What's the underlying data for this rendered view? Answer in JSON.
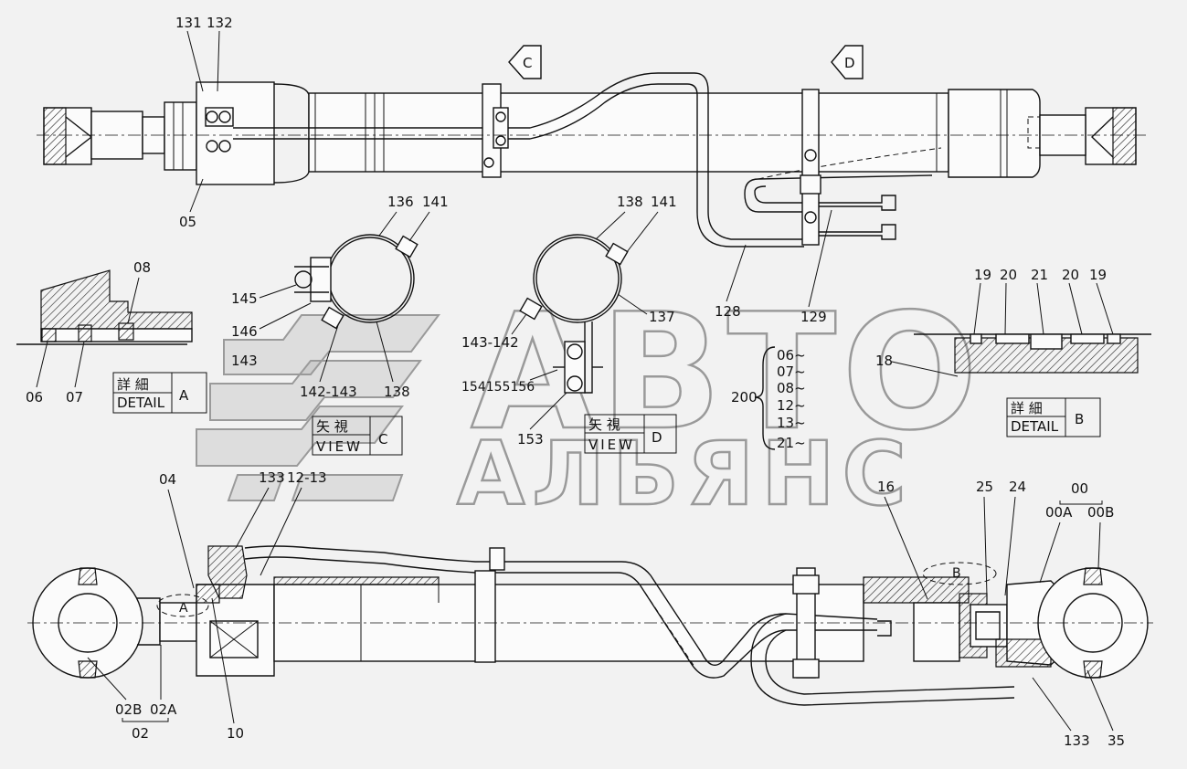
{
  "watermark": {
    "line1": "АВТО",
    "line2": "АЛЬЯНС"
  },
  "views": {
    "c_marker": "C",
    "d_marker": "D",
    "detail_a": {
      "kanji": "詳 細",
      "label": "DETAIL",
      "letter": "A"
    },
    "detail_b": {
      "kanji": "詳 細",
      "label": "DETAIL",
      "letter": "B"
    },
    "view_c": {
      "kanji": "矢 視",
      "label": "VIEW",
      "letter": "C"
    },
    "view_d": {
      "kanji": "矢 視",
      "label": "VIEW",
      "letter": "D"
    },
    "section_a_marker": "A",
    "section_b_marker": "B"
  },
  "labels": {
    "p131": "131",
    "p132": "132",
    "p05": "05",
    "p136": "136",
    "p141a": "141",
    "p145": "145",
    "p146": "146",
    "p143": "143",
    "p142_143": "142-143",
    "p138a": "138",
    "p138b": "138",
    "p141b": "141",
    "p137": "137",
    "p143_142": "143-142",
    "p154_155_156": "154155156",
    "p153": "153",
    "p128": "128",
    "p129": "129",
    "p08": "08",
    "p06": "06",
    "p07": "07",
    "p19a": "19",
    "p20a": "20",
    "p21": "21",
    "p20b": "20",
    "p19b": "19",
    "p18": "18",
    "p200": "200",
    "kit": [
      "06~",
      "07~",
      "08~",
      "12~",
      "13~",
      "21~"
    ],
    "p04": "04",
    "p133a": "133",
    "p12_13": "12-13",
    "p16": "16",
    "p25": "25",
    "p24": "24",
    "p00": "00",
    "p00A": "00A",
    "p00B": "00B",
    "p02B": "02B",
    "p02A": "02A",
    "p02": "02",
    "p10": "10",
    "p133b": "133",
    "p35": "35"
  }
}
